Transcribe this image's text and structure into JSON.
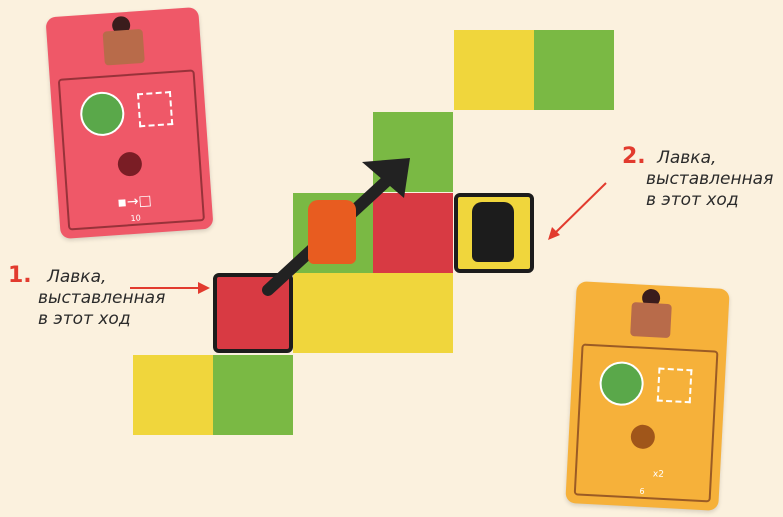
{
  "annotations": [
    {
      "number": "1.",
      "lines": [
        "Лавка,",
        "выставленная",
        "в этот ход"
      ]
    },
    {
      "number": "2.",
      "lines": [
        "Лавка,",
        "выставленная",
        "в этот ход"
      ]
    }
  ],
  "cards": {
    "pink": {
      "color": "#ef5868",
      "top_icon": "moon-icon",
      "bottom_label": "10",
      "rule": "square-to-square"
    },
    "orange": {
      "color": "#f6b13a",
      "top_icon": "clover-icon",
      "bottom_label": "6",
      "multiplier": "x2"
    }
  },
  "colors": {
    "yellow_tile": "#f0d63c",
    "green_tile": "#7ab944",
    "red_tile": "#d83a43",
    "arrow": "#222222",
    "accent_red": "#e23b2e"
  },
  "pieces": {
    "dragon_orange": "#e85c20",
    "dragon_black": "#1c1c1c"
  }
}
